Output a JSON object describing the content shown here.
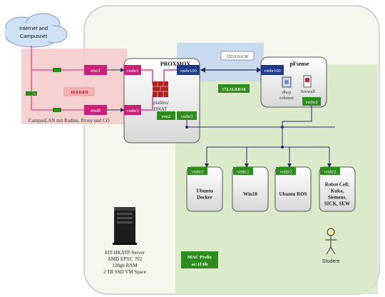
{
  "cloud": {
    "line1": "Internet and",
    "line2": "Campusnet"
  },
  "campus": {
    "label": "CampusLAN mit Radius, Proxy und CO",
    "subnet": "10.0.0.0/8",
    "port_top": "eno1",
    "port_bottom": "eno0",
    "ports": {
      "top": "eno1",
      "bottom": "eno0"
    }
  },
  "proxmox": {
    "title": "PROXMOX",
    "vmbr1": "vmbr1",
    "vmbr100": "vmbr100",
    "vmbr3": "vmbr3",
    "iptables_line1": "iptables/",
    "iptables_line2": "DNAT",
    "eno2": "eno2",
    "vmbr2": "vmbr2"
  },
  "transfer_net": {
    "subnet": "192.0.0.0/30"
  },
  "pfsense": {
    "title": "pFsense",
    "vmbr100": "vmbr100",
    "dhcp_line1": "dhcp",
    "dhcp_line2": "robonet",
    "firewall": "firewall",
    "vmbr2": "vmbr2"
  },
  "robonet": {
    "subnet": "172.31.0.0/16"
  },
  "vms": [
    {
      "port": "vmbr2",
      "line1": "Ubuntu",
      "line2": "Docker",
      "line3": "",
      "line4": ""
    },
    {
      "port": "vmbr2",
      "line1": "Win10",
      "line2": "",
      "line3": "",
      "line4": ""
    },
    {
      "port": "vmbr2",
      "line1": "Ubuntu ROS",
      "line2": "",
      "line3": "",
      "line4": ""
    },
    {
      "port": "vmbr2",
      "line1": "Robot Cell;",
      "line2": "Kuka,",
      "line3": "Siemens,",
      "line4": "SICK, SEW"
    }
  ],
  "server": {
    "line1": "EIT-HKATP-Server",
    "line2": "AMD EPYC 702",
    "line3": "128gb RAM",
    "line4": "2 TB SSD VM Space"
  },
  "mac_prefix": {
    "line1": "MAC Prefix",
    "line2": "ac:1f:6b"
  },
  "student": {
    "label": "Student"
  },
  "colors": {
    "vmbr_pink": "#cc1f7a",
    "port_green": "#2e8b1e",
    "robonet_green": "#d6e8c4",
    "transfer_blue": "#c5d8ef",
    "campus_red": "#f4cccc",
    "cloud_blue": "#cfe2f3",
    "dark_blue": "#1f2f66"
  }
}
